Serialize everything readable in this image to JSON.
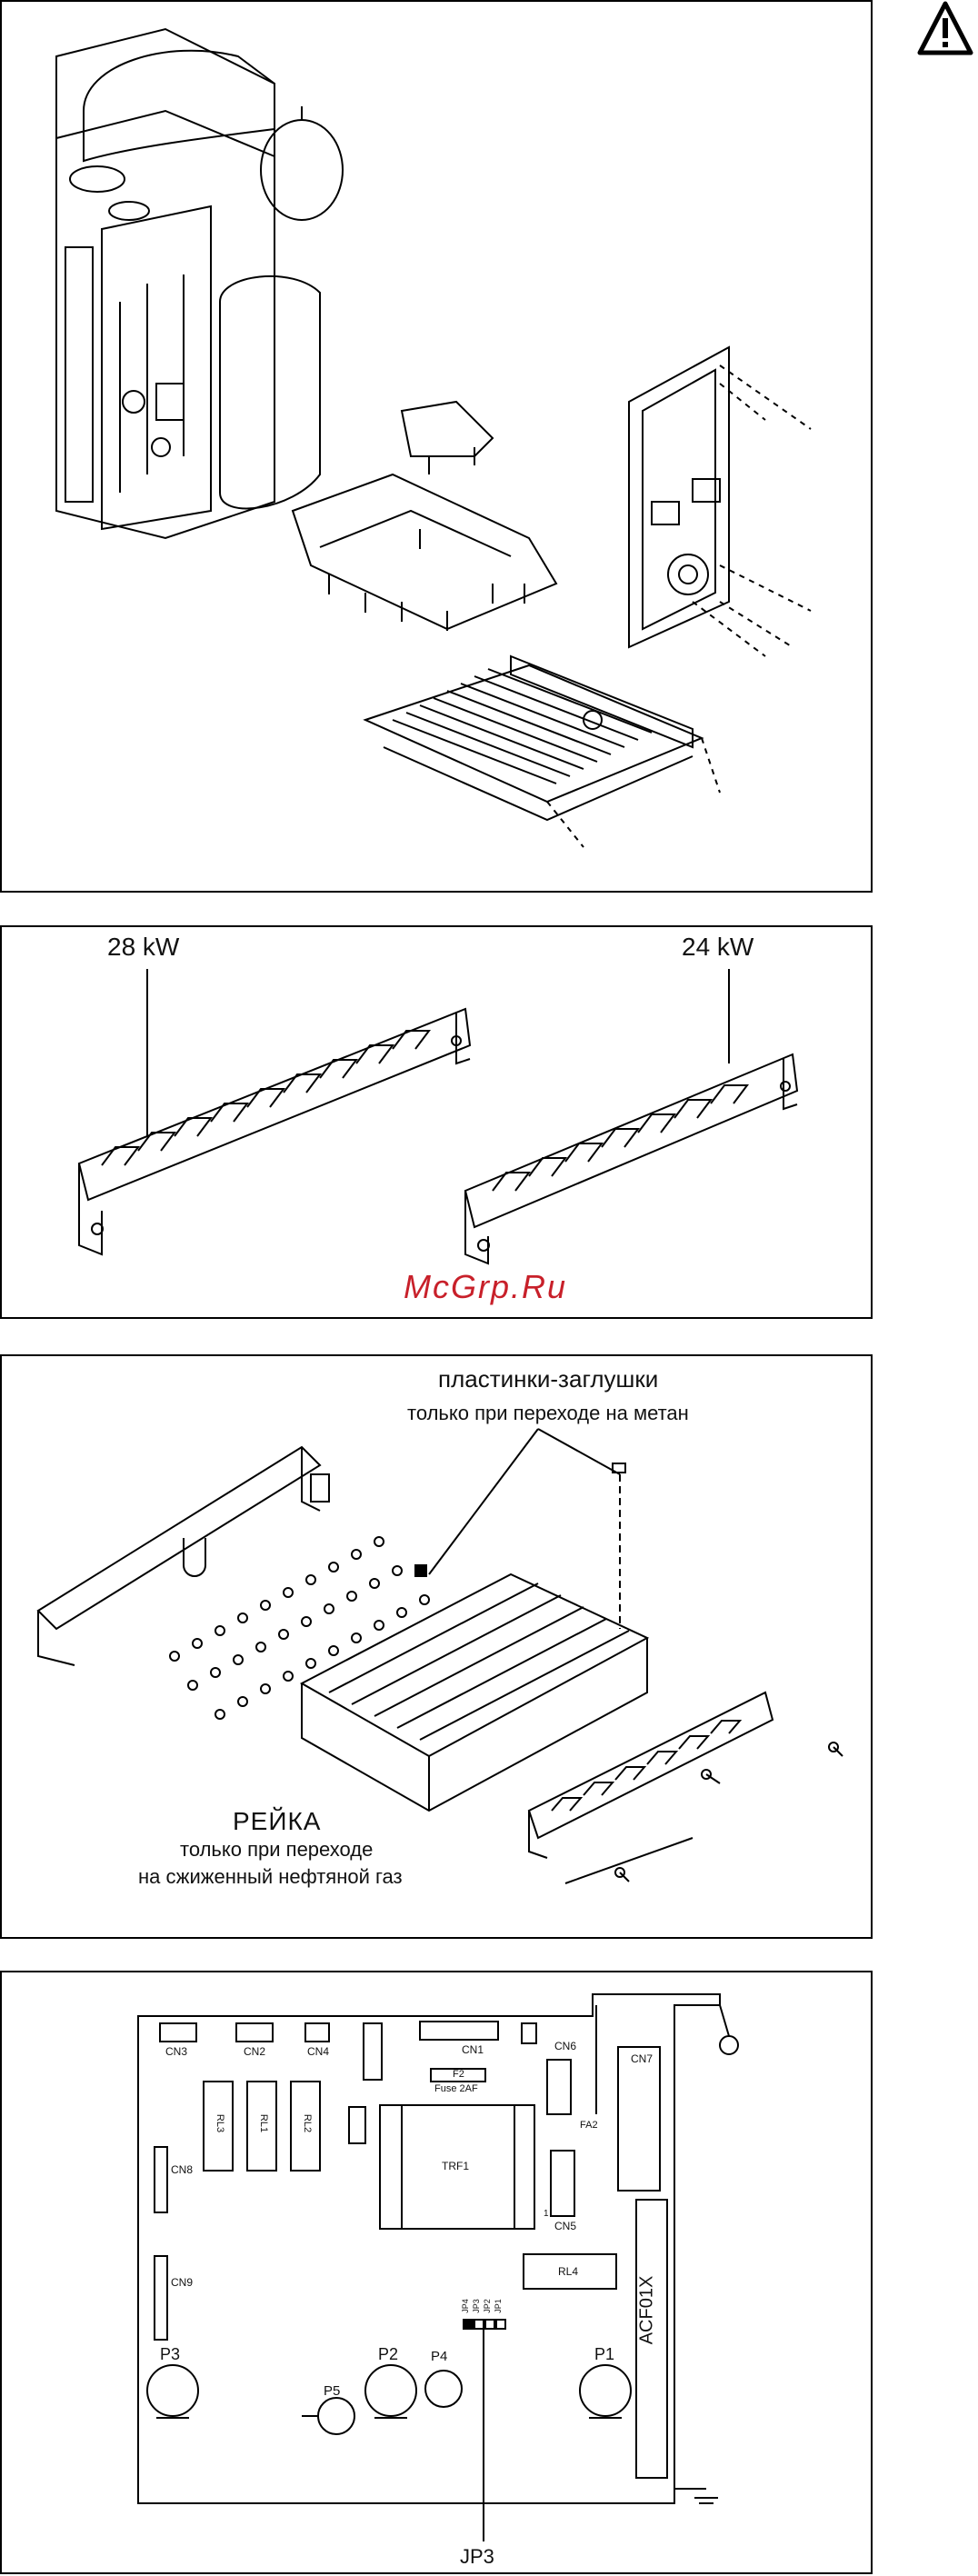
{
  "watermark": "McGrp.Ru",
  "panel2": {
    "label_left": "28 kW",
    "label_right": "24 kW"
  },
  "panel3": {
    "plates_title": "пластинки-заглушки",
    "plates_note": "только при переходе на метан",
    "rail_title": "РЕЙКА",
    "rail_note_1": "только при переходе",
    "rail_note_2": "на сжиженный нефтяной газ"
  },
  "panel4": {
    "cn3": "CN3",
    "cn2": "CN2",
    "cn4": "CN4",
    "cn1": "CN1",
    "cn6": "CN6",
    "cn7": "CN7",
    "cn8": "CN8",
    "cn9": "CN9",
    "cn5": "CN5",
    "f2": "F2",
    "fuse": "Fuse 2AF",
    "fa2": "FA2",
    "rl3": "RL3",
    "rl1": "RL1",
    "rl2": "RL2",
    "rl4": "RL4",
    "trf1": "TRF1",
    "acf": "ACF01X",
    "p1": "P1",
    "p2": "P2",
    "p3": "P3",
    "p4": "P4",
    "p5": "P5",
    "jp4": "JP4",
    "jp3s": "JP3",
    "jp2": "JP2",
    "jp1": "JP1",
    "pin1": "1",
    "jp3": "JP3"
  }
}
